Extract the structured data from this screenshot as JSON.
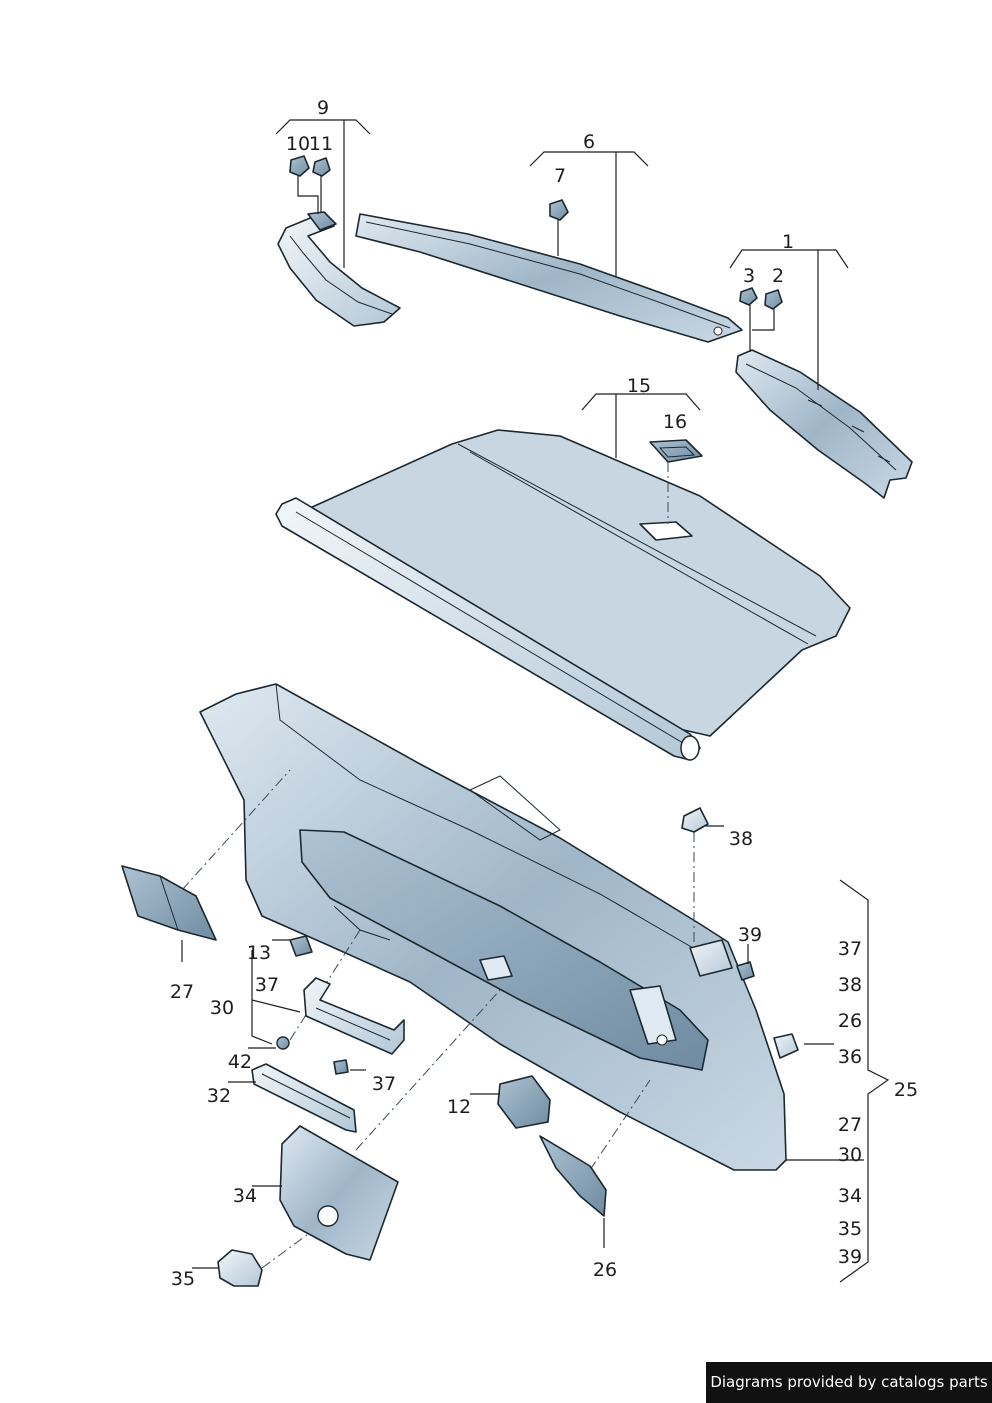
{
  "labels": {
    "p1": "1",
    "p2": "2",
    "p3": "3",
    "p6": "6",
    "p7": "7",
    "p9": "9",
    "p10": "10",
    "p11": "11",
    "p12": "12",
    "p13": "13",
    "p15": "15",
    "p16": "16",
    "p25": "25",
    "p26a": "26",
    "p26b": "26",
    "p27": "27",
    "p30": "30",
    "p32": "32",
    "p34": "34",
    "p35": "35",
    "p37a": "37",
    "p37b": "37",
    "p38": "38",
    "p39": "39",
    "p42": "42"
  },
  "group25": [
    "37",
    "38",
    "26",
    "36",
    "27",
    "30",
    "34",
    "35",
    "39"
  ],
  "footer": "Diagrams provided by catalogs parts"
}
